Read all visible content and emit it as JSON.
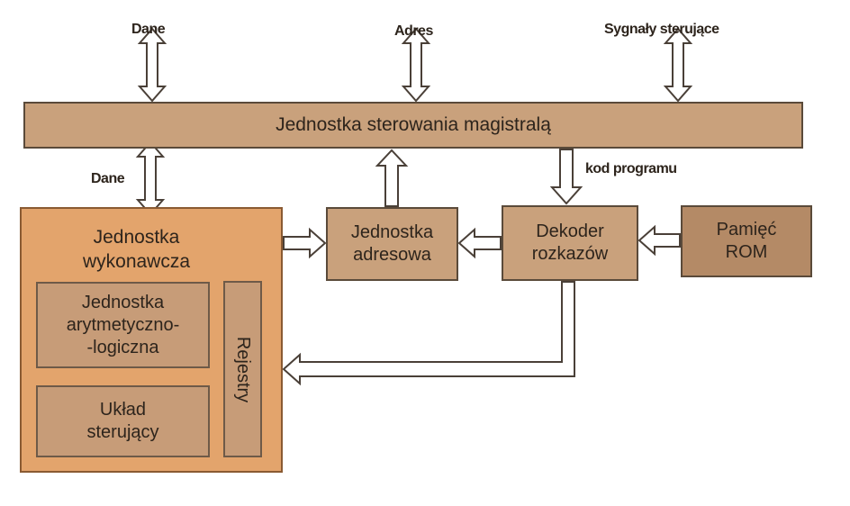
{
  "diagram": {
    "top_labels": {
      "dane": "Dane",
      "adres": "Adres",
      "sygnaly": "Sygnały sterujące"
    },
    "bus_unit": "Jednostka sterowania magistralą",
    "dane_left": "Dane",
    "kod_programu": "kod programu",
    "execution_unit": {
      "title_line1": "Jednostka",
      "title_line2": "wykonawcza",
      "alu_line1": "Jednostka",
      "alu_line2": "arytmetyczno-",
      "alu_line3": "-logiczna",
      "control_line1": "Układ",
      "control_line2": "sterujący",
      "registers": "Rejestry"
    },
    "address_unit_line1": "Jednostka",
    "address_unit_line2": "adresowa",
    "decoder_line1": "Dekoder",
    "decoder_line2": "rozkazów",
    "rom_line1": "Pamięć",
    "rom_line2": "ROM",
    "colors": {
      "bus": "#c9a17c",
      "execution_unit": "#e3a46c",
      "inner_block": "#c79c78",
      "rom": "#b48a66",
      "arrow": "#4a4038"
    }
  }
}
